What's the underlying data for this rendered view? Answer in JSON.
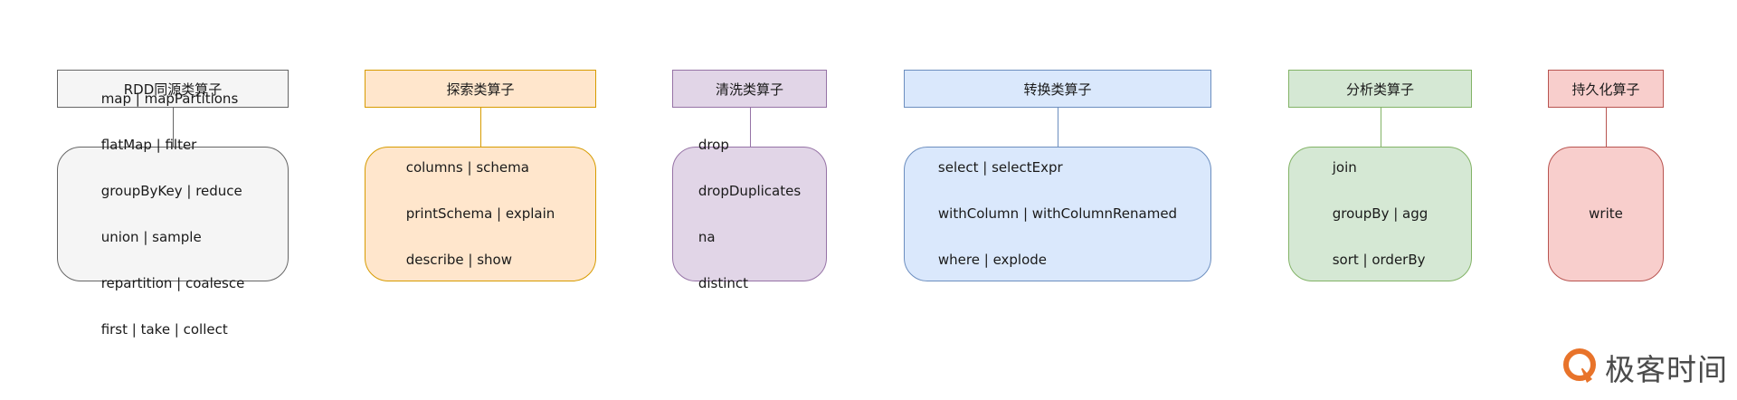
{
  "diagram": {
    "columns": [
      {
        "id": "rdd",
        "title": "RDD同源类算子",
        "fill": "#f5f5f5",
        "stroke": "#666666",
        "operators": [
          "map | mapPartitions",
          "flatMap | filter",
          "groupByKey | reduce",
          "union | sample",
          "repartition | coalesce",
          "first | take | collect"
        ]
      },
      {
        "id": "explore",
        "title": "探索类算子",
        "fill": "#ffe6cc",
        "stroke": "#d79b00",
        "operators": [
          "columns | schema",
          "printSchema | explain",
          "describe | show"
        ]
      },
      {
        "id": "clean",
        "title": "清洗类算子",
        "fill": "#e1d5e7",
        "stroke": "#9673a6",
        "operators": [
          "drop",
          "dropDuplicates",
          "na",
          "distinct"
        ]
      },
      {
        "id": "transform",
        "title": "转换类算子",
        "fill": "#dae8fc",
        "stroke": "#6c8ebf",
        "operators": [
          "select | selectExpr",
          "withColumn | withColumnRenamed",
          "where | explode"
        ]
      },
      {
        "id": "analyze",
        "title": "分析类算子",
        "fill": "#d5e8d4",
        "stroke": "#82b366",
        "operators": [
          "join",
          "groupBy | agg",
          "sort | orderBy"
        ]
      },
      {
        "id": "persist",
        "title": "持久化算子",
        "fill": "#f8cecc",
        "stroke": "#b85450",
        "operators": [
          "write"
        ]
      }
    ]
  },
  "watermark": {
    "text": "极客时间",
    "icon": "geektime-logo-icon",
    "color": "#e8732a"
  }
}
